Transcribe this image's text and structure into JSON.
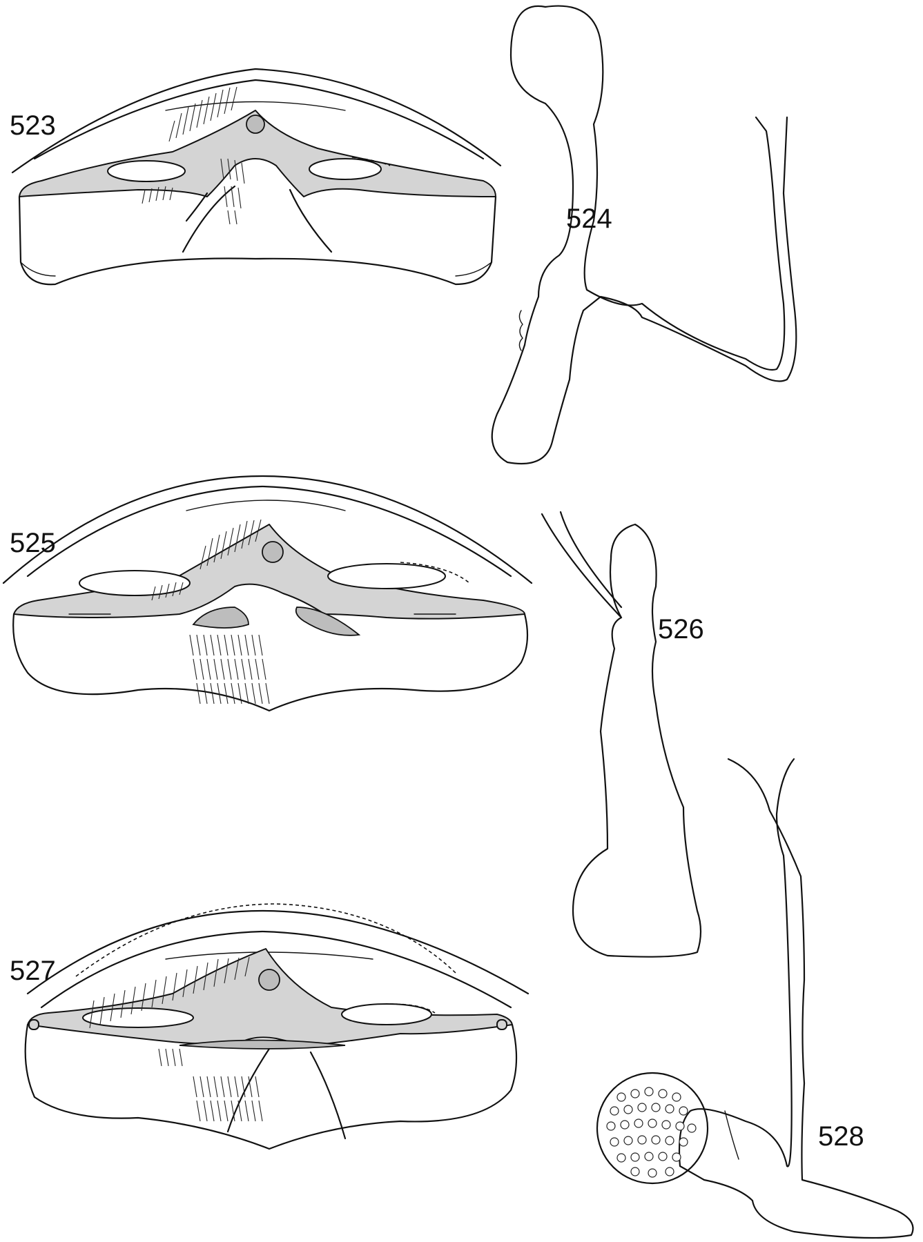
{
  "figures": [
    {
      "number": "523"
    },
    {
      "number": "524"
    },
    {
      "number": "525"
    },
    {
      "number": "526"
    },
    {
      "number": "527"
    },
    {
      "number": "528"
    }
  ]
}
